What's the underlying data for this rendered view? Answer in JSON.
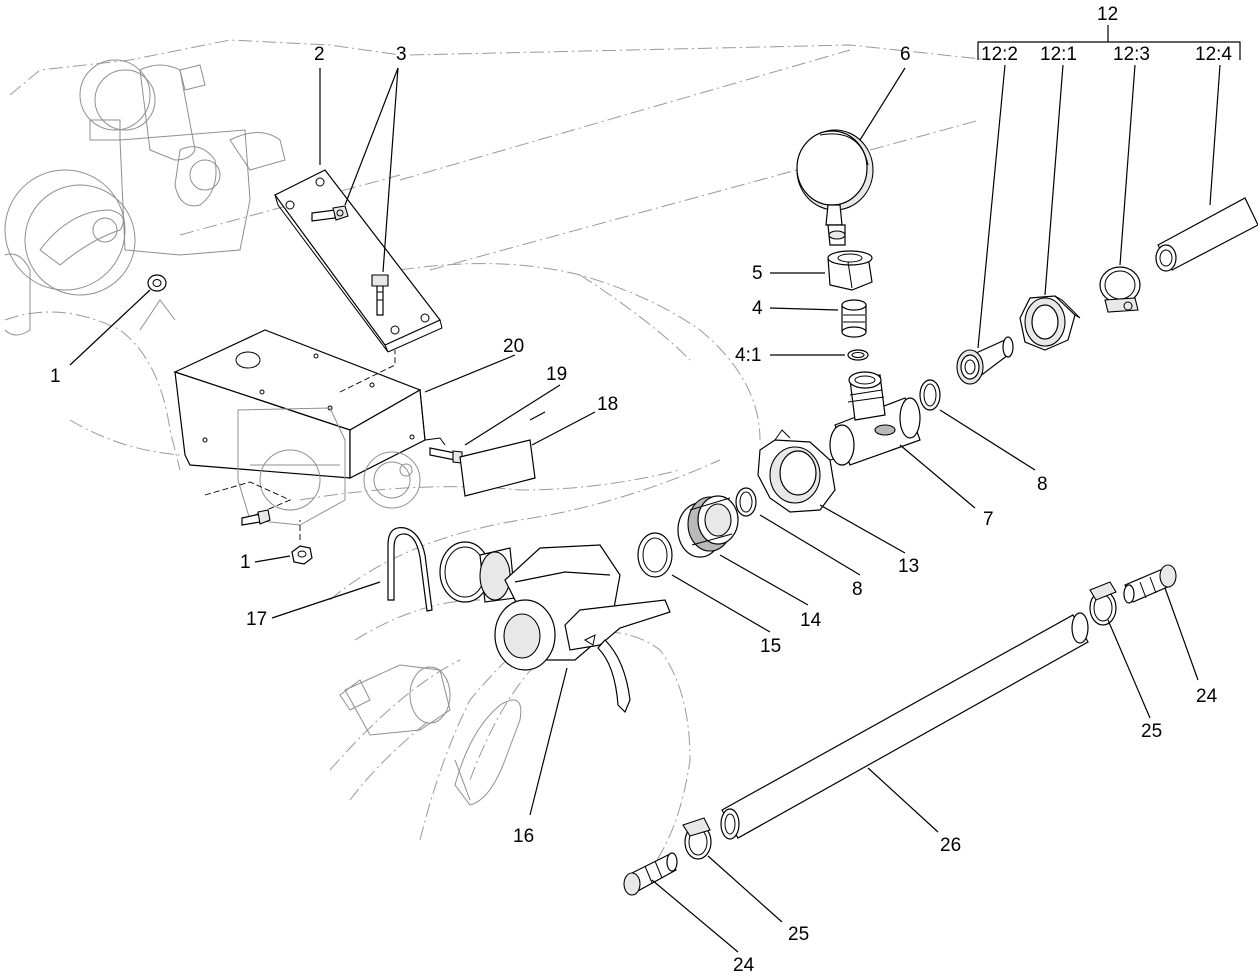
{
  "callouts": {
    "c1a": "1",
    "c1b": "1",
    "c2": "2",
    "c3": "3",
    "c4": "4",
    "c4_1": "4:1",
    "c5": "5",
    "c6": "6",
    "c7": "7",
    "c8a": "8",
    "c8b": "8",
    "c12": "12",
    "c12_1": "12:1",
    "c12_2": "12:2",
    "c12_3": "12:3",
    "c12_4": "12:4",
    "c13": "13",
    "c14": "14",
    "c15": "15",
    "c16": "16",
    "c17": "17",
    "c18": "18",
    "c19": "19",
    "c20": "20",
    "c24a": "24",
    "c24b": "24",
    "c25a": "25",
    "c25b": "25",
    "c26": "26"
  },
  "colors": {
    "line": "#000000",
    "ghost": "#9a9a9a",
    "shade": "#e8e8e8",
    "background": "#ffffff"
  }
}
